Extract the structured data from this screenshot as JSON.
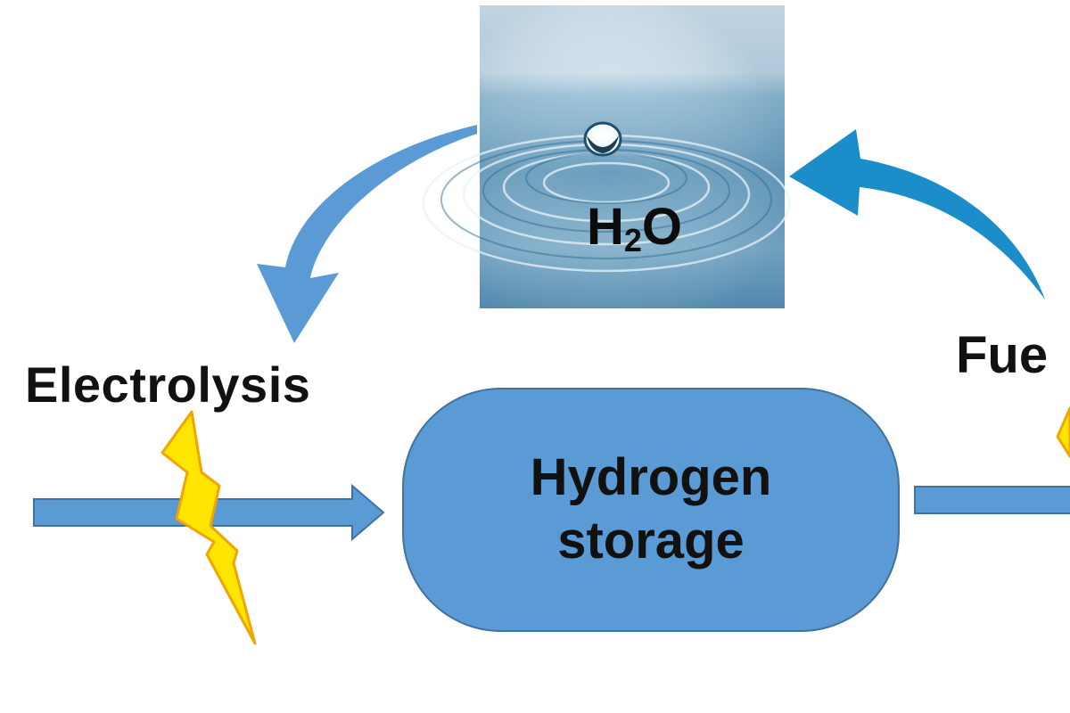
{
  "labels": {
    "electrolysis": "Electrolysis",
    "fuel": "Fue",
    "storage_line1": "Hydrogen",
    "storage_line2": "storage",
    "water_main": "H",
    "water_sub": "2",
    "water_end": "O"
  },
  "colors": {
    "block_blue": "#5b9bd5",
    "block_border": "#41719c",
    "arrow_left": "#5b9bd5",
    "arrow_right": "#1b8ec9",
    "lightning_fill": "#ffe500",
    "lightning_stroke": "#f2a400",
    "water_light": "#e8f2f8",
    "water_dark": "#4f86ab"
  },
  "icons": [
    "water-drop-image",
    "lightning-bolt-icon",
    "curved-arrow-icon",
    "block-arrow-icon"
  ]
}
